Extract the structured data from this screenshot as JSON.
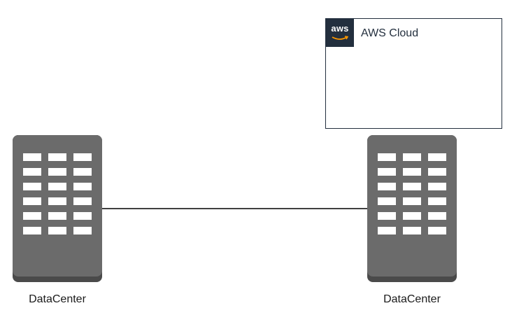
{
  "diagram": {
    "aws_group": {
      "label": "AWS Cloud",
      "logo_text": "aws"
    },
    "nodes": [
      {
        "id": "dc-left",
        "label": "DataCenter"
      },
      {
        "id": "dc-right",
        "label": "DataCenter"
      }
    ],
    "edges": [
      {
        "from": "dc-left",
        "to": "dc-right"
      }
    ]
  },
  "colors": {
    "server_body": "#6b6b6b",
    "server_shadow": "#4a4a4a",
    "server_slot": "#ffffff",
    "aws_dark": "#232f3e",
    "edge": "#000000"
  },
  "icons": {
    "datacenter": "datacenter-icon",
    "aws": "aws-logo-icon"
  }
}
